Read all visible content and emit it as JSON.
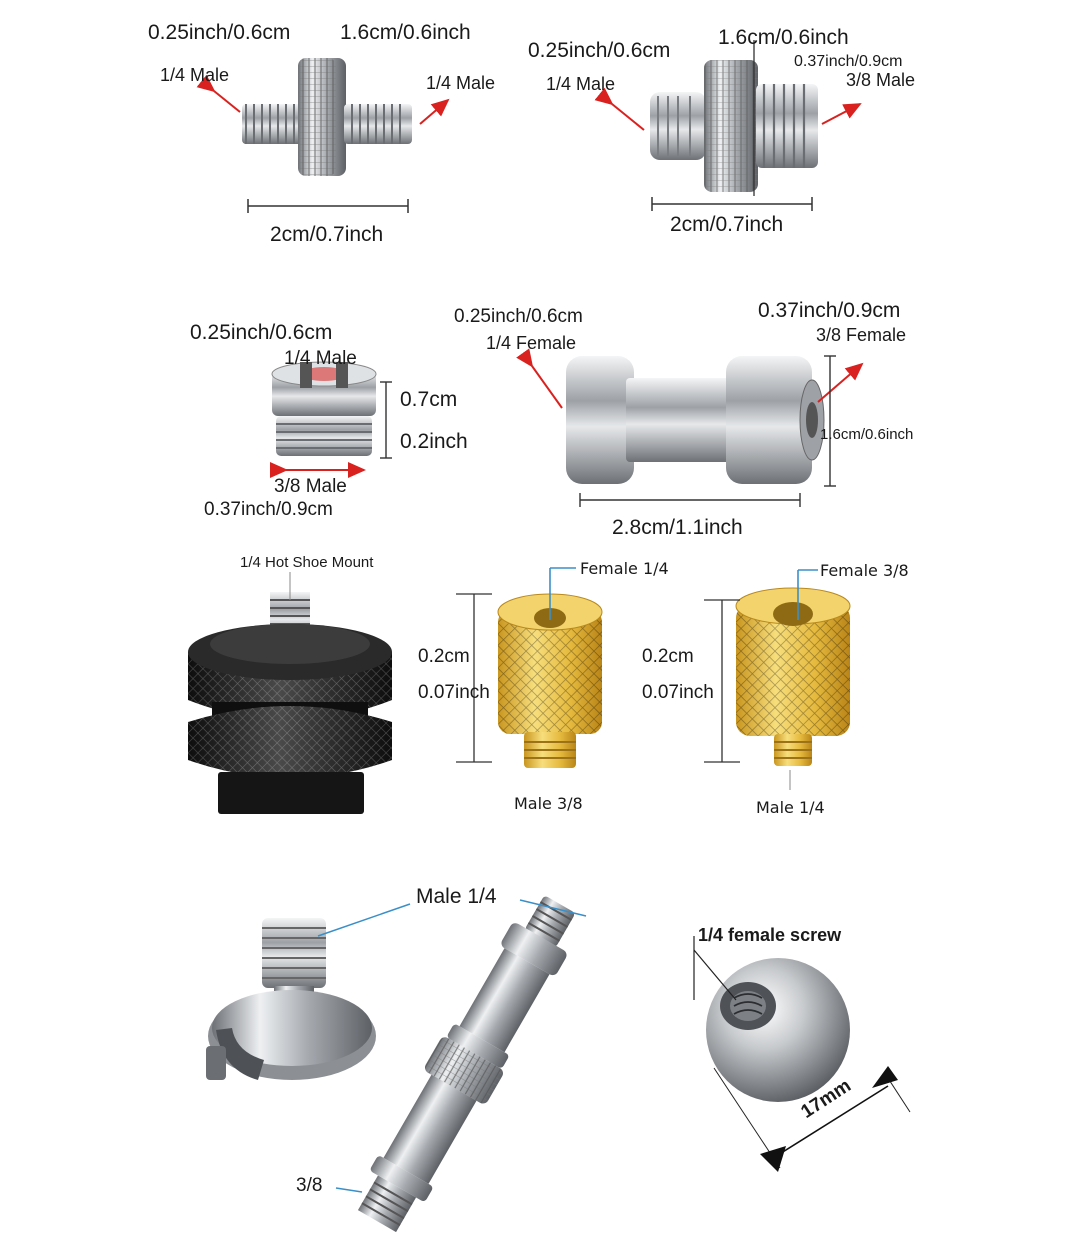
{
  "adapters": {
    "a1": {
      "w_top": "0.25inch/0.6cm",
      "w_mid": "1.6cm/0.6inch",
      "left": "1/4  Male",
      "right": "1/4  Male",
      "length": "2cm/0.7inch"
    },
    "a2": {
      "w_top": "0.25inch/0.6cm",
      "w_mid": "1.6cm/0.6inch",
      "left": "1/4  Male",
      "right_size": "0.37inch/0.9cm",
      "right": "3/8  Male",
      "length": "2cm/0.7inch"
    },
    "a3": {
      "w_top": "0.25inch/0.6cm",
      "top": "1/4  Male",
      "h1": "0.7cm",
      "h2": "0.2inch",
      "bottom": "3/8  Male",
      "w_bottom": "0.37inch/0.9cm"
    },
    "a4": {
      "w_left": "0.25inch/0.6cm",
      "left": "1/4  Female",
      "w_right": "0.37inch/0.9cm",
      "right": "3/8  Female",
      "height": "1.6cm/0.6inch",
      "length": "2.8cm/1.1inch"
    },
    "a5": {
      "label": "1/4  Hot Shoe Mount"
    },
    "a6": {
      "top": "Female 1/4",
      "h1": "0.2cm",
      "h2": "0.07inch",
      "bottom": "Male 3/8"
    },
    "a7": {
      "top": "Female 3/8",
      "h1": "0.2cm",
      "h2": "0.07inch",
      "bottom": "Male 1/4"
    },
    "a8": {
      "top": "Male 1/4",
      "bottom": "3/8"
    },
    "a9": {
      "label": "1/4 female screw",
      "size": "17mm"
    }
  },
  "colors": {
    "arrow": "#d9221f",
    "pointer": "#3b8fc8",
    "steel": "#b9bcc0",
    "brass": "#e8c348",
    "black": "#1c1c1c"
  }
}
